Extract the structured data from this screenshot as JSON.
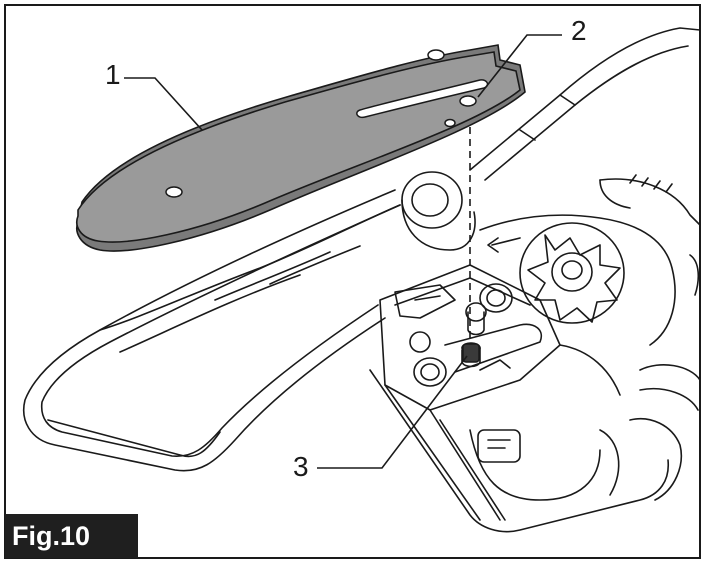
{
  "figure": {
    "label": "Fig.10",
    "callouts": [
      {
        "id": "1",
        "text": "1"
      },
      {
        "id": "2",
        "text": "2"
      },
      {
        "id": "3",
        "text": "3"
      }
    ]
  },
  "colors": {
    "plate_fill": "#9a9a9a",
    "line": "#1a1a1a",
    "label_bg": "#1f1f1f",
    "label_text": "#ffffff"
  }
}
